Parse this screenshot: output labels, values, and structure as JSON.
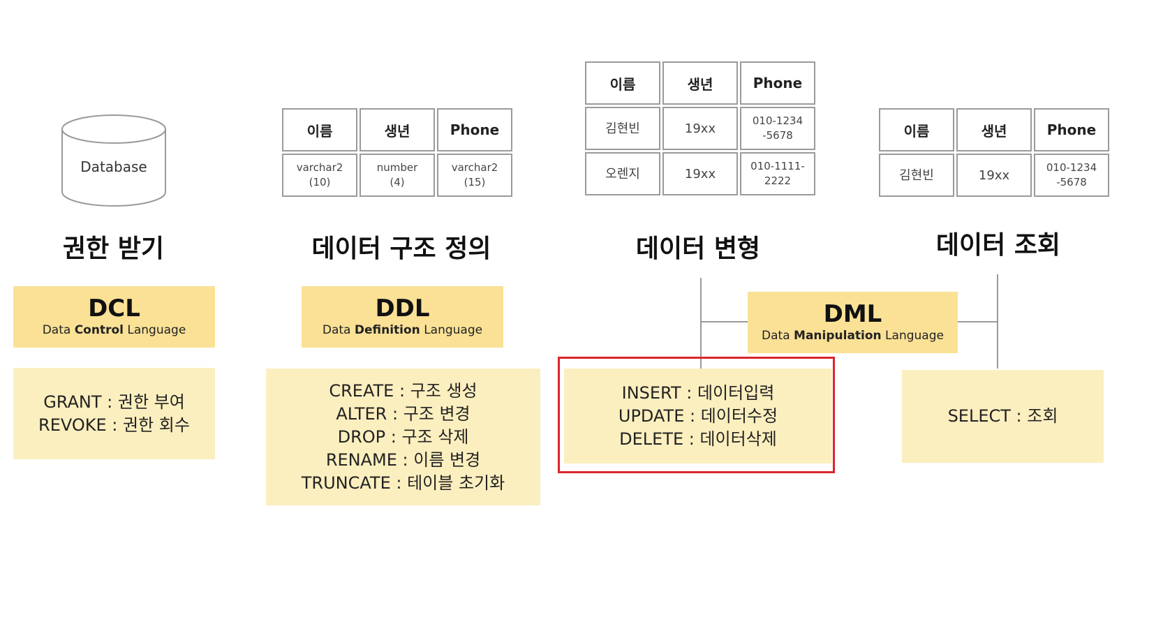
{
  "database_label": "Database",
  "tables": {
    "ddl": {
      "headers": [
        "이름",
        "생년",
        "Phone"
      ],
      "rows": [
        [
          "varchar2\n(10)",
          "number\n(4)",
          "varchar2\n(15)"
        ]
      ]
    },
    "dml_change": {
      "headers": [
        "이름",
        "생년",
        "Phone"
      ],
      "rows": [
        [
          "김현빈",
          "19xx",
          "010-1234\n-5678"
        ],
        [
          "오렌지",
          "19xx",
          "010-1111-\n2222"
        ]
      ]
    },
    "dml_select": {
      "headers": [
        "이름",
        "생년",
        "Phone"
      ],
      "rows": [
        [
          "김현빈",
          "19xx",
          "010-1234\n-5678"
        ]
      ]
    }
  },
  "titles": {
    "dcl": "권한 받기",
    "ddl": "데이터 구조 정의",
    "dml_change": "데이터 변형",
    "dml_select": "데이터 조회"
  },
  "banners": {
    "dcl": {
      "code": "DCL",
      "pre": "Data ",
      "bold": "Control",
      "post": " Language"
    },
    "ddl": {
      "code": "DDL",
      "pre": "Data ",
      "bold": "Definition",
      "post": " Language"
    },
    "dml": {
      "code": "DML",
      "pre": "Data ",
      "bold": "Manipulation",
      "post": " Language"
    }
  },
  "commands": {
    "dcl": [
      "GRANT : 권한 부여",
      "REVOKE : 권한 회수"
    ],
    "ddl": [
      "CREATE : 구조 생성",
      "ALTER : 구조 변경",
      "DROP : 구조 삭제",
      "RENAME : 이름 변경",
      "TRUNCATE : 테이블 초기화"
    ],
    "dml_change": [
      "INSERT : 데이터입력",
      "UPDATE : 데이터수정",
      "DELETE : 데이터삭제"
    ],
    "dml_select": [
      "SELECT : 조회"
    ]
  },
  "colors": {
    "banner": "#fae196",
    "command_box": "#fcefbf",
    "highlight": "#d9262b",
    "grid_border": "#9a9a9a"
  }
}
